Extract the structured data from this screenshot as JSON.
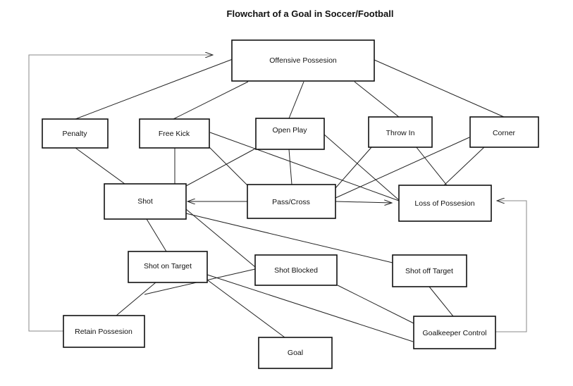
{
  "title": "Flowchart of a Goal in Soccer/Football",
  "nodes": {
    "offensive_possession": "Offensive Possesion",
    "penalty": "Penalty",
    "free_kick": "Free Kick",
    "open_play": "Open Play",
    "throw_in": "Throw In",
    "corner": "Corner",
    "shot": "Shot",
    "pass_cross": "Pass/Cross",
    "loss_of_possession": "Loss of Possesion",
    "shot_on_target": "Shot on Target",
    "shot_blocked": "Shot Blocked",
    "shot_off_target": "Shot off Target",
    "retain_possession": "Retain Possesion",
    "goal": "Goal",
    "goalkeeper_control": "Goalkeeper Control"
  },
  "edges": [
    [
      "offensive_possession",
      "penalty"
    ],
    [
      "offensive_possession",
      "free_kick"
    ],
    [
      "offensive_possession",
      "open_play"
    ],
    [
      "offensive_possession",
      "throw_in"
    ],
    [
      "offensive_possession",
      "corner"
    ],
    [
      "penalty",
      "shot"
    ],
    [
      "free_kick",
      "shot"
    ],
    [
      "free_kick",
      "pass_cross"
    ],
    [
      "free_kick",
      "loss_of_possession"
    ],
    [
      "open_play",
      "shot"
    ],
    [
      "open_play",
      "pass_cross"
    ],
    [
      "open_play",
      "loss_of_possession"
    ],
    [
      "throw_in",
      "pass_cross"
    ],
    [
      "throw_in",
      "loss_of_possession"
    ],
    [
      "corner",
      "pass_cross"
    ],
    [
      "corner",
      "loss_of_possession"
    ],
    [
      "pass_cross",
      "shot"
    ],
    [
      "pass_cross",
      "loss_of_possession"
    ],
    [
      "shot",
      "shot_on_target"
    ],
    [
      "shot",
      "shot_blocked"
    ],
    [
      "shot",
      "shot_off_target"
    ],
    [
      "shot_on_target",
      "goal"
    ],
    [
      "shot_on_target",
      "goalkeeper_control"
    ],
    [
      "shot_blocked",
      "goalkeeper_control"
    ],
    [
      "shot_blocked",
      "retain_possession"
    ],
    [
      "shot_on_target",
      "retain_possession"
    ],
    [
      "shot_off_target",
      "goalkeeper_control"
    ],
    [
      "retain_possession",
      "offensive_possession"
    ],
    [
      "goalkeeper_control",
      "loss_of_possession"
    ]
  ]
}
